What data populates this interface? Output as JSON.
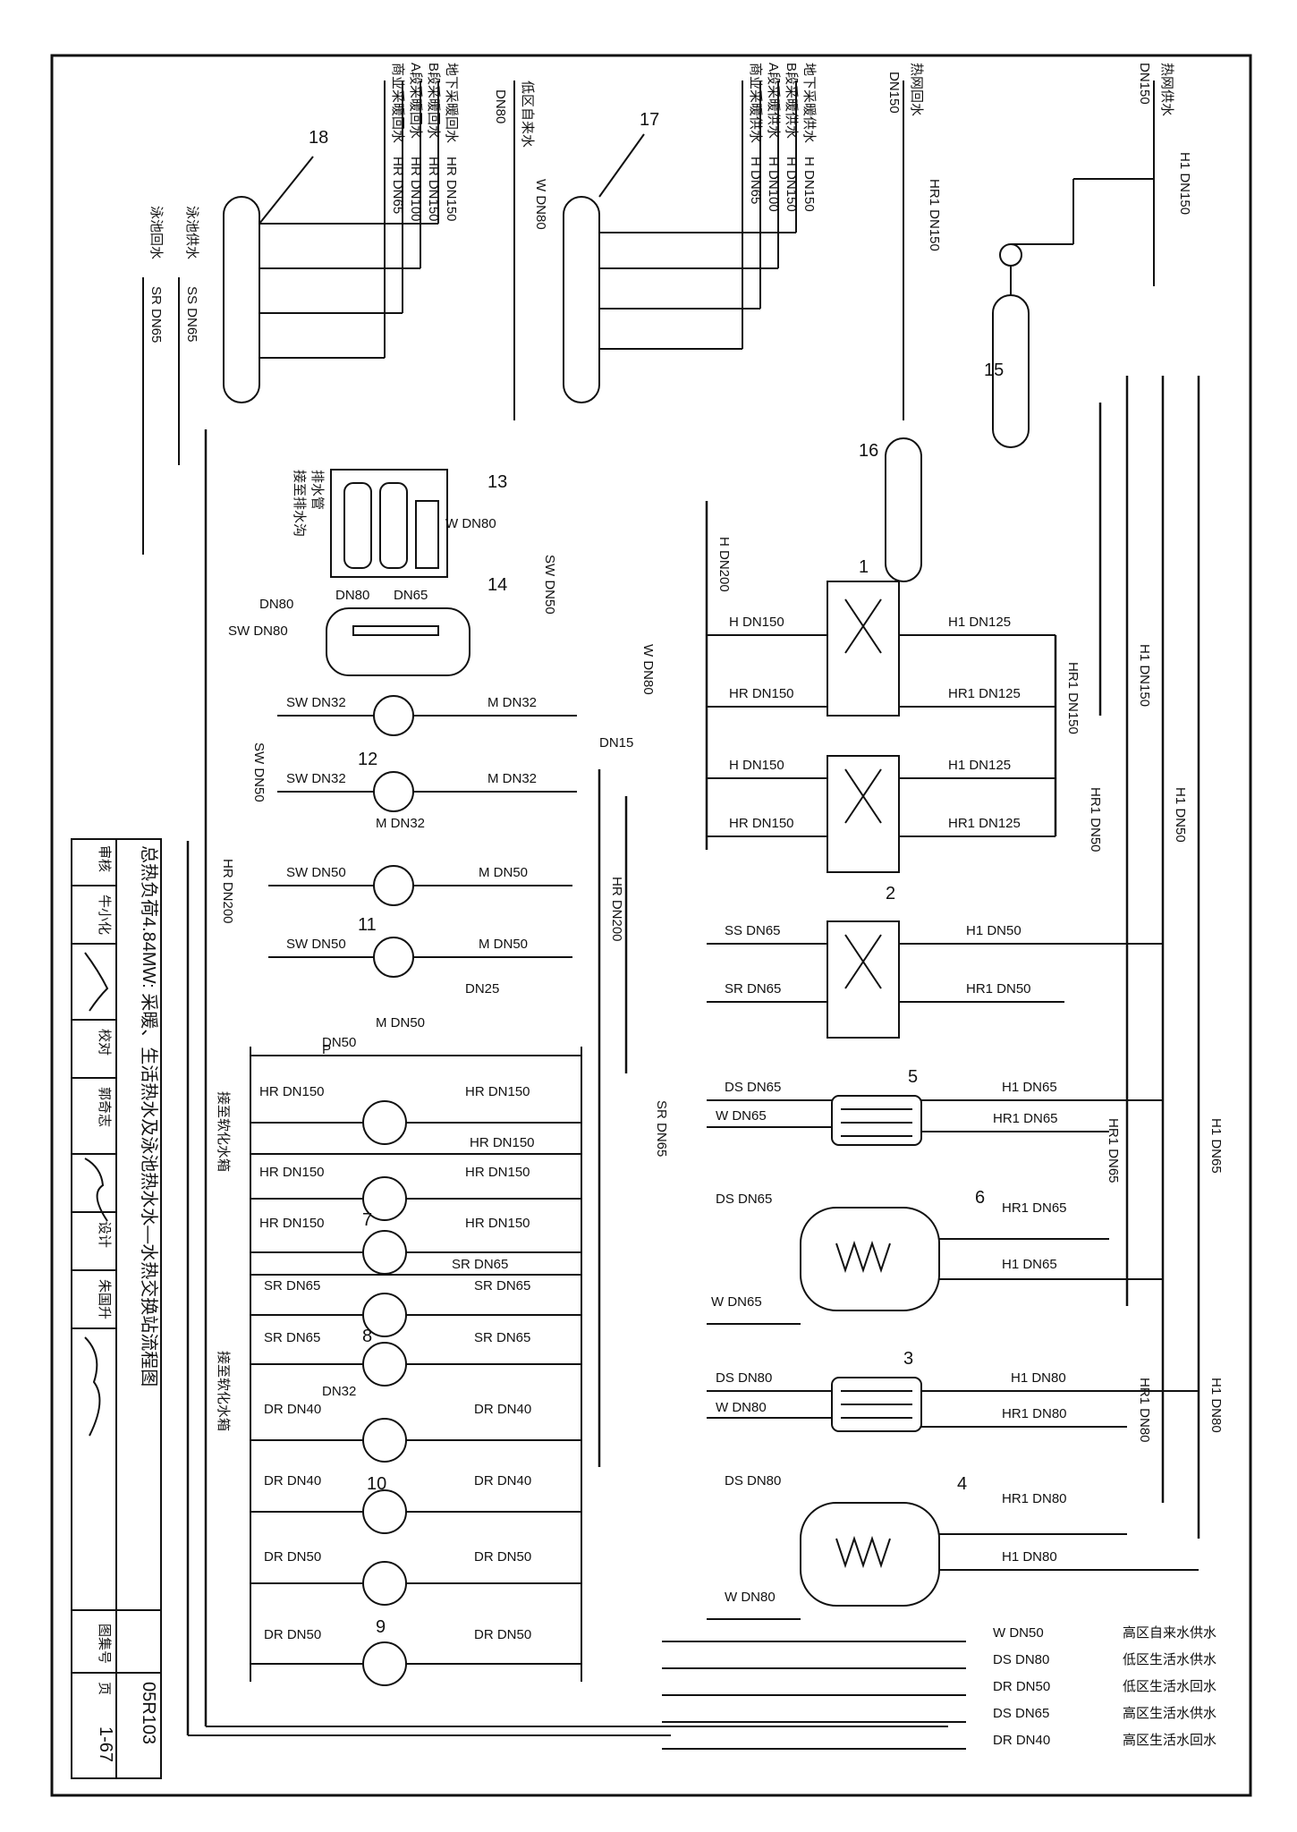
{
  "title_block": {
    "title": "总热负荷4.84MW: 采暖、生活热水及泳池热水水—水热交换站流程图",
    "atlas_label": "图集号",
    "atlas_no": "05R103",
    "page_label": "页",
    "page_no": "1-67",
    "roles": [
      {
        "role": "审核",
        "name": "牛小化"
      },
      {
        "role": "校对",
        "name": "郭奇志"
      },
      {
        "role": "设计",
        "name": "朱国升"
      }
    ]
  },
  "top_pipes_left": [
    {
      "label": "地下采暖回水",
      "spec": "HR DN150"
    },
    {
      "label": "B段采暖回水",
      "spec": "HR DN150"
    },
    {
      "label": "A段采暖回水",
      "spec": "HR DN100"
    },
    {
      "label": "商业采暖回水",
      "spec": "HR DN65"
    }
  ],
  "top_pipes_mid": [
    {
      "label": "地下采暖供水",
      "spec": "H DN150"
    },
    {
      "label": "B段采暖供水",
      "spec": "H DN150"
    },
    {
      "label": "A段采暖供水",
      "spec": "H DN100"
    },
    {
      "label": "商业采暖供水",
      "spec": "H DN65"
    }
  ],
  "top_pipes_right": [
    {
      "label": "热网回水",
      "spec": "HR1 DN150",
      "size": "DN150"
    },
    {
      "label": "热网供水",
      "spec": "H1 DN150",
      "size": "DN150"
    }
  ],
  "lowzone_water": {
    "label": "低区自来水",
    "size": "DN80",
    "spec": "W DN80"
  },
  "pool": {
    "supply_label": "泳池供水",
    "supply_spec": "SS DN65",
    "return_label": "泳池回水",
    "return_spec": "SR DN65"
  },
  "soft_water": {
    "label_drain": "排水管",
    "label_to_drain": "接至排水沟",
    "label_to_tank": "接至软化水箱"
  },
  "equipment_numbers": [
    "1",
    "2",
    "3",
    "4",
    "5",
    "6",
    "7",
    "8",
    "9",
    "10",
    "11",
    "12",
    "13",
    "14",
    "15",
    "16",
    "17",
    "18"
  ],
  "pipe_specs": {
    "h_dn200": "H DN200",
    "hr_dn200_left": "HR DN200",
    "hr_dn200_mid": "HR DN200",
    "h_dn150_hx1": "H DN150",
    "hr_dn150_hx1": "HR DN150",
    "h1_dn125_a": "H1 DN125",
    "hr1_dn125_a": "HR1 DN125",
    "h_dn150_hx2": "H DN150",
    "hr_dn150_hx2": "HR DN150",
    "h1_dn125_b": "H1 DN125",
    "hr1_dn125_b": "HR1 DN125",
    "hr1_dn150": "HR1 DN150",
    "h1_dn150": "H1 DN150",
    "hr1_dn50": "HR1 DN50",
    "h1_dn50": "H1 DN50",
    "ss_dn65": "SS DN65",
    "sr_dn65_hx": "SR DN65",
    "h1_dn50_hx3": "H1 DN50",
    "hr1_dn50_hx3": "HR1 DN50",
    "sr_dn65_main": "SR DN65",
    "ds_dn65": "DS DN65",
    "w_dn65_a": "W DN65",
    "ds_dn65_b": "DS DN65",
    "w_dn65_b": "W DN65",
    "h1_dn65_5": "H1 DN65",
    "hr1_dn65_5": "HR1 DN65",
    "hr1_dn65_6": "HR1 DN65",
    "h1_dn65_6": "H1 DN65",
    "hr1_dn65_main": "HR1 DN65",
    "h1_dn65_main": "H1 DN65",
    "ds_dn80": "DS DN80",
    "w_dn80_a": "W DN80",
    "ds_dn80_b": "DS DN80",
    "w_dn80_b": "W DN80",
    "h1_dn80_3": "H1 DN80",
    "hr1_dn80_3": "HR1 DN80",
    "hr1_dn80_4": "HR1 DN80",
    "h1_dn80_4": "H1 DN80",
    "hr1_dn80_main": "HR1 DN80",
    "h1_dn80_main": "H1 DN80",
    "sw_dn80": "SW DN80",
    "sw_dn50_v": "SW DN50",
    "sw_dn50_top": "SW DN50",
    "w_dn80_13": "W DN80",
    "w_dn80_v": "W DN80",
    "dn80_a": "DN80",
    "dn80_b": "DN80",
    "dn65": "DN65",
    "dn15": "DN15",
    "sw_dn32_a": "SW DN32",
    "m_dn32_a": "M DN32",
    "sw_dn32_b": "SW DN32",
    "m_dn32_b": "M DN32",
    "m_dn32_c": "M DN32",
    "sw_dn50_a": "SW DN50",
    "m_dn50_a": "M DN50",
    "sw_dn50_b": "SW DN50",
    "m_dn50_b": "M DN50",
    "dn25": "DN25",
    "m_dn50_c": "M DN50",
    "dn50_top": "DN50",
    "hr_dn150_p1": "HR DN150",
    "hr_dn150_p1r": "HR DN150",
    "hr_dn150_x": "HR DN150",
    "hr_dn150_p2": "HR DN150",
    "hr_dn150_p2r": "HR DN150",
    "hr_dn150_p3": "HR DN150",
    "hr_dn150_p3r": "HR DN150",
    "sr_dn65_x": "SR DN65",
    "sr_dn65_p1": "SR DN65",
    "sr_dn65_p1r": "SR DN65",
    "sr_dn65_p2": "SR DN65",
    "sr_dn65_p2r": "SR DN65",
    "dn32": "DN32",
    "dr_dn40_p1": "DR DN40",
    "dr_dn40_p1r": "DR DN40",
    "dr_dn40_p2": "DR DN40",
    "dr_dn40_p2r": "DR DN40",
    "dr_dn50_p1": "DR DN50",
    "dr_dn50_p1r": "DR DN50",
    "dr_dn50_p2": "DR DN50",
    "dr_dn50_p2r": "DR DN50"
  },
  "outlets": [
    {
      "spec": "W DN50",
      "label": "高区自来水供水"
    },
    {
      "spec": "DS DN80",
      "label": "低区生活水供水"
    },
    {
      "spec": "DR DN50",
      "label": "低区生活水回水"
    },
    {
      "spec": "DS DN65",
      "label": "高区生活水供水"
    },
    {
      "spec": "DR DN40",
      "label": "高区生活水回水"
    }
  ]
}
